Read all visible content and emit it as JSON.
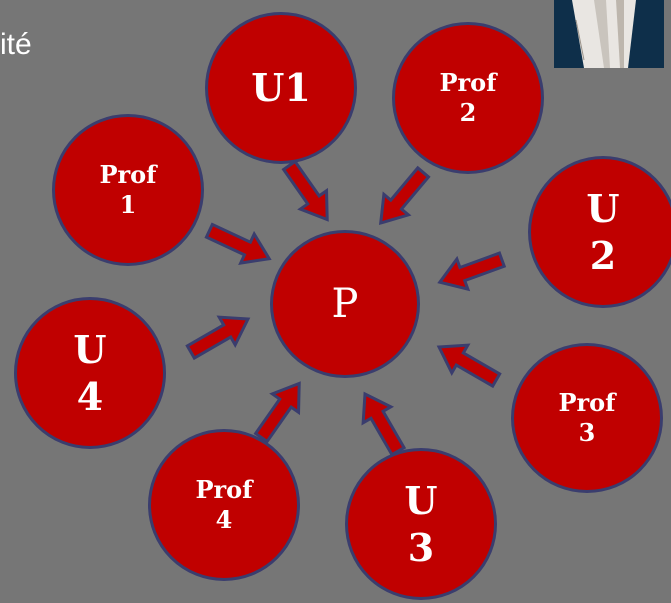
{
  "slide_text_fragment": "ité",
  "center": {
    "label": "P"
  },
  "nodes": [
    {
      "id": "u1",
      "label": "U1"
    },
    {
      "id": "prof2",
      "label": "Prof\n2"
    },
    {
      "id": "prof1",
      "label": "Prof\n1"
    },
    {
      "id": "u2",
      "label": "U\n2"
    },
    {
      "id": "u4",
      "label": "U\n4"
    },
    {
      "id": "prof3",
      "label": "Prof\n3"
    },
    {
      "id": "prof4",
      "label": "Prof\n4"
    },
    {
      "id": "u3",
      "label": "U\n3"
    }
  ],
  "colors": {
    "background": "#767676",
    "node_fill": "#c00000",
    "node_border": "#3a3d6e",
    "text": "#ffffff"
  }
}
